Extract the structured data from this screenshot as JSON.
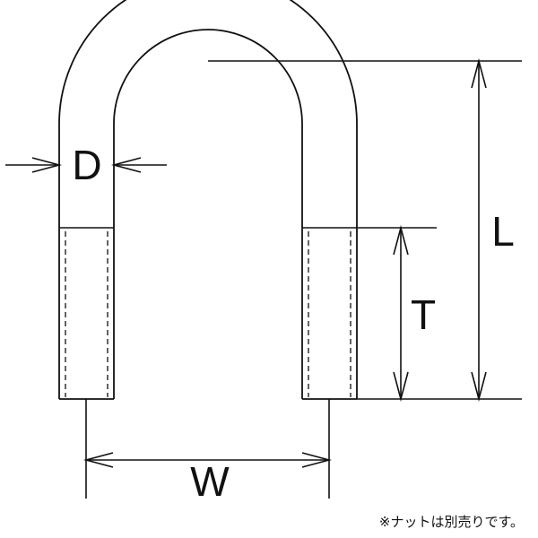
{
  "diagram": {
    "title": "U-bolt dimension drawing",
    "labels": {
      "diameter": "D",
      "length": "L",
      "thread_length": "T",
      "width": "W"
    }
  },
  "note": "※ナットは別売りです。",
  "colors": {
    "line": "#111111",
    "background": "#ffffff"
  }
}
